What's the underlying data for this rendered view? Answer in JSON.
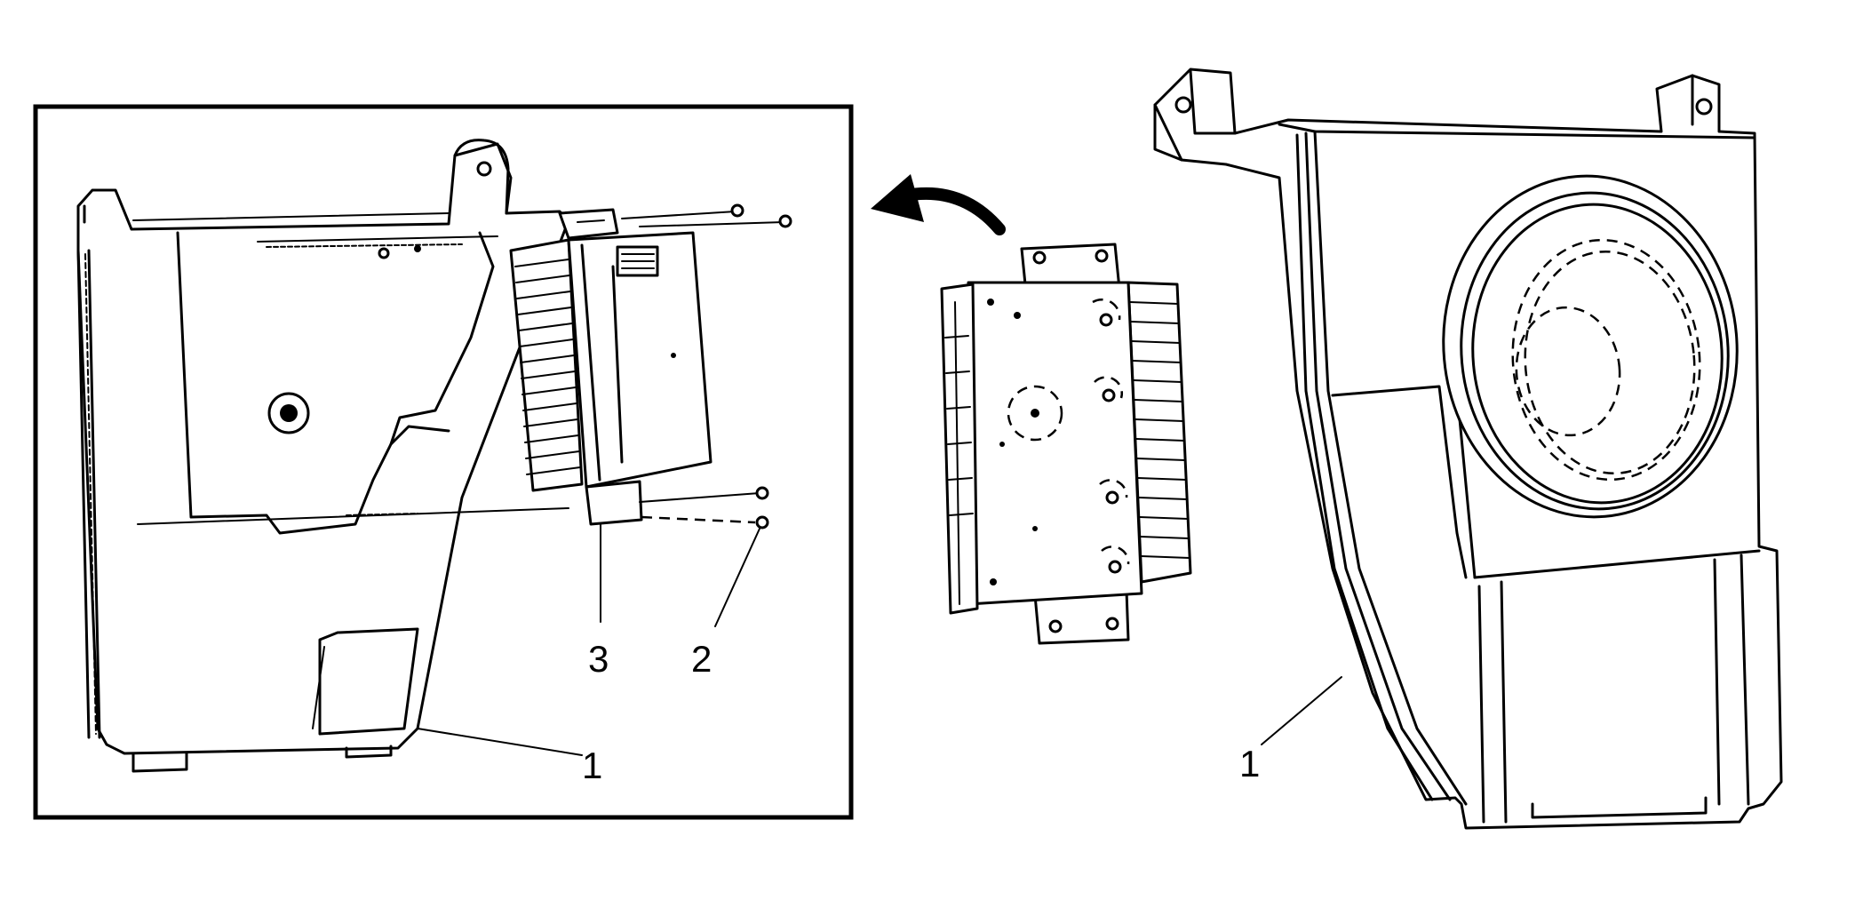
{
  "callouts": {
    "left_housing": "1",
    "left_screw": "2",
    "left_bracket": "3",
    "right_housing": "1"
  }
}
